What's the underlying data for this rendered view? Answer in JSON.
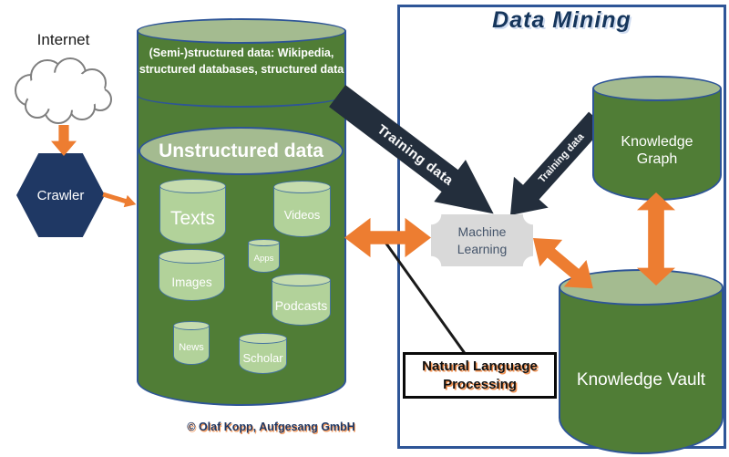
{
  "title": "Data Mining",
  "copyright": "© Olaf Kopp, Aufgesang GmbH",
  "internet": {
    "label": "Internet"
  },
  "crawler": {
    "label": "Crawler"
  },
  "source_cylinder": {
    "semi_structured_line1": "(Semi-)structured data: Wikipedia,",
    "semi_structured_line2": "structured databases, structured data",
    "unstructured_label": "Unstructured data",
    "sub_cylinders": [
      {
        "label": "Texts"
      },
      {
        "label": "Videos"
      },
      {
        "label": "Apps"
      },
      {
        "label": "Images"
      },
      {
        "label": "Podcasts"
      },
      {
        "label": "News"
      },
      {
        "label": "Scholar"
      }
    ]
  },
  "machine_learning": {
    "label": "Machine Learning"
  },
  "nlp": {
    "label": "Natural Language Processing"
  },
  "knowledge_graph": {
    "label": "Knowledge Graph"
  },
  "knowledge_vault": {
    "label": "Knowledge Vault"
  },
  "arrows": {
    "training_data_from_sources": "Training data",
    "training_data_from_graph": "Training data"
  },
  "colors": {
    "accent_orange": "#ED7D31",
    "dark_arrow_navy": "#232E3C",
    "cylinder_green": "#507D36",
    "cylinder_top_green": "#A4BB90",
    "sub_cylinder_green": "#B2D29A",
    "border_blue": "#2E5597",
    "crawler_navy": "#1F3864",
    "title_navy": "#16365C",
    "ml_box_gray": "#D9D9D9",
    "ml_text_blue": "#44546A"
  }
}
